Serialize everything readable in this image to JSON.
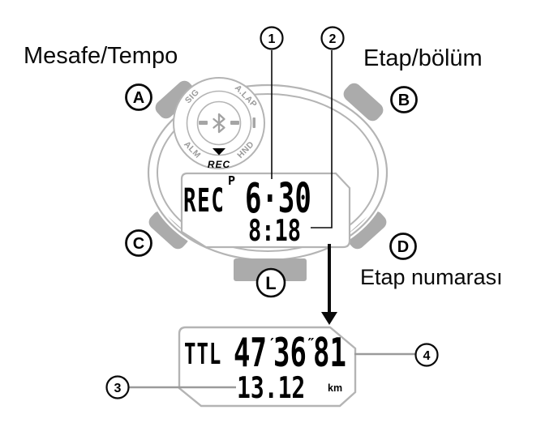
{
  "labels": {
    "distance_pace": "Mesafe/Tempo",
    "lap_section": "Etap/bölüm",
    "lap_number": "Etap numarası"
  },
  "watch_buttons": {
    "a": "A",
    "b": "B",
    "c": "C",
    "d": "D",
    "light": "L"
  },
  "callouts": {
    "n1": "1",
    "n2": "2",
    "n3": "3",
    "n4": "4"
  },
  "dial": {
    "top_left": "SIG",
    "top_right": "A.LAP",
    "bottom_left": "ALM",
    "bottom_right": "HND",
    "pointer_label": "REC",
    "center_icon": "bluetooth-icon"
  },
  "main_display": {
    "mode": "REC",
    "flag": "P",
    "pace": "6·30",
    "lap_time": "8:18"
  },
  "lap_display": {
    "mode": "TTL",
    "minutes": "47",
    "minutes_mark": "′",
    "seconds": "36",
    "seconds_mark": "″",
    "hundredths": "81",
    "distance": "13.12",
    "unit": "km"
  },
  "colors": {
    "case_gray": "#b4b4b4",
    "button_gray": "#ababab",
    "dial_label_gray": "#9b9b9b",
    "ink": "#000000"
  }
}
